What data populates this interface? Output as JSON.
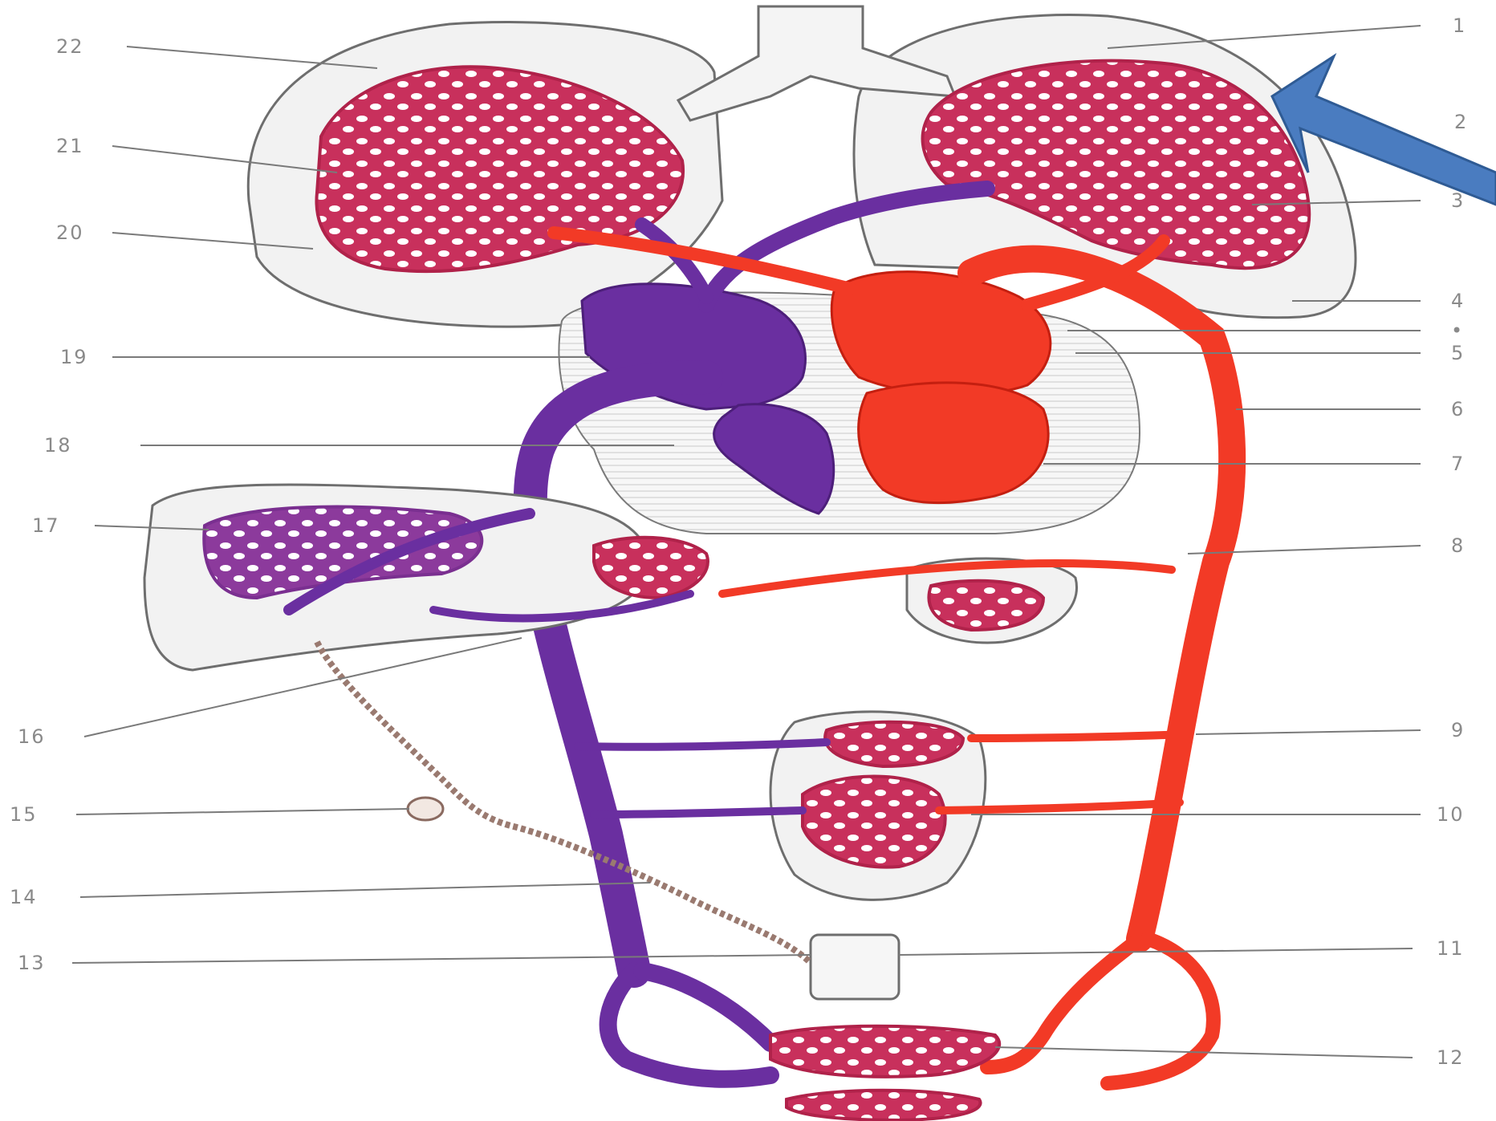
{
  "diagram": {
    "labels_left": [
      "22",
      "21",
      "20",
      "19",
      "18",
      "17",
      "16",
      "15",
      "14",
      "13"
    ],
    "labels_right": [
      "1",
      "2",
      "3",
      "4",
      "•",
      "5",
      "6",
      "7",
      "8",
      "9",
      "10",
      "11",
      "12"
    ],
    "colors": {
      "arterial": "#f23a26",
      "venous": "#6a2fa0",
      "capillary_mix": "#c8305c",
      "pointer_arrow": "#4a7cc0",
      "outline": "#6e6e6e"
    }
  }
}
